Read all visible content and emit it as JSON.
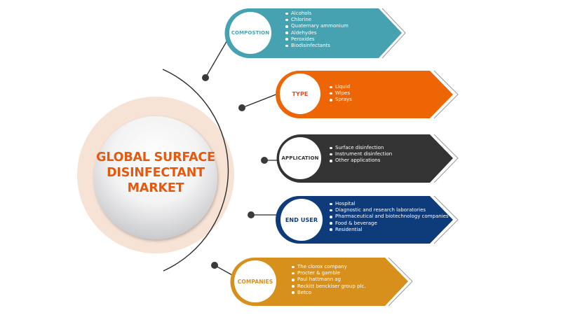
{
  "center": {
    "title_line1": "GLOBAL SURFACE",
    "title_line2": "DISINFECTANT",
    "title_line3": "MARKET",
    "title_color": "#e8580c",
    "ring_color": "#f6e3d6"
  },
  "segments": [
    {
      "id": "composition",
      "label": "COMPOSTION",
      "color": "#46a2b0",
      "label_color": "#46a2b0",
      "items": [
        "Alcohols",
        "Chlorine",
        "Quaternary ammonium",
        "Aldehydes",
        "Peroxides",
        "Biodisinfectants"
      ]
    },
    {
      "id": "type",
      "label": "TYPE",
      "color": "#ee6506",
      "label_color": "#e84a1c",
      "items": [
        "Liquid",
        "Wipes",
        "Sprays"
      ]
    },
    {
      "id": "application",
      "label": "APPLICATION",
      "color": "#333333",
      "label_color": "#333333",
      "items": [
        "Surface disinfection",
        "Instrument disinfection",
        "Other applications"
      ]
    },
    {
      "id": "end-user",
      "label": "END USER",
      "color": "#0e3b7a",
      "label_color": "#0e3b7a",
      "items": [
        "Hospital",
        "Diagnostic and research laboratories",
        "Pharmaceutical and biotechnology companies",
        "Food & beverage",
        "Residential"
      ]
    },
    {
      "id": "companies",
      "label": "COMPANIES",
      "color": "#d8901c",
      "label_color": "#d8901c",
      "items": [
        "The clorox company",
        "Procter & gamble",
        "Paul hattmann ag",
        "Reckitt benckiser group plc.",
        "Betco"
      ]
    }
  ]
}
